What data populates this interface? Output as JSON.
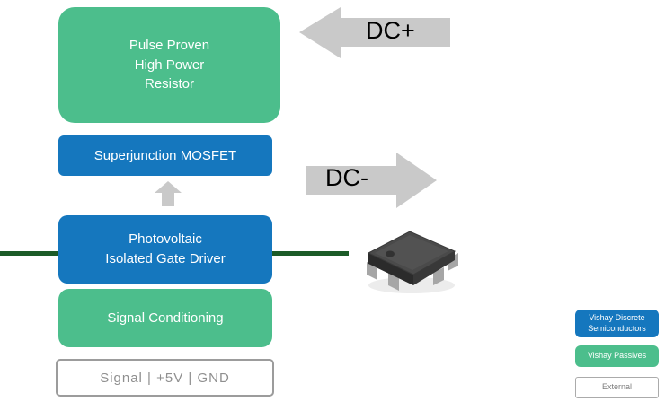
{
  "palette": {
    "vishay_discrete_blue": "#1577BE",
    "vishay_passives_green": "#4CBE8C",
    "external_border_gray": "#ABABAB",
    "arrow_gray": "#C9C9C9",
    "bus_line_dark_green": "#1C5B28",
    "dc_label_black": "#000000",
    "signal_text_gray": "#8F8F8F"
  },
  "blocks": {
    "resistor": {
      "label": "Pulse Proven\nHigh Power\nResistor"
    },
    "mosfet": {
      "label": "Superjunction MOSFET"
    },
    "gate_driver": {
      "label": "Photovoltaic\nIsolated Gate Driver"
    },
    "signal_conditioning": {
      "label": "Signal Conditioning"
    },
    "signal_io": {
      "label": "Signal  |  +5V  |  GND"
    }
  },
  "arrows": {
    "dc_plus": {
      "label": "DC+",
      "direction": "left"
    },
    "dc_minus": {
      "label": "DC-",
      "direction": "right"
    },
    "gate_drive": {
      "direction": "up"
    }
  },
  "icons": {
    "component_photo": "smd-optocoupler-package-photo"
  },
  "legend": {
    "discrete": {
      "label": "Vishay Discrete\nSemiconductors"
    },
    "passives": {
      "label": "Vishay Passives"
    },
    "external": {
      "label": "External"
    }
  }
}
